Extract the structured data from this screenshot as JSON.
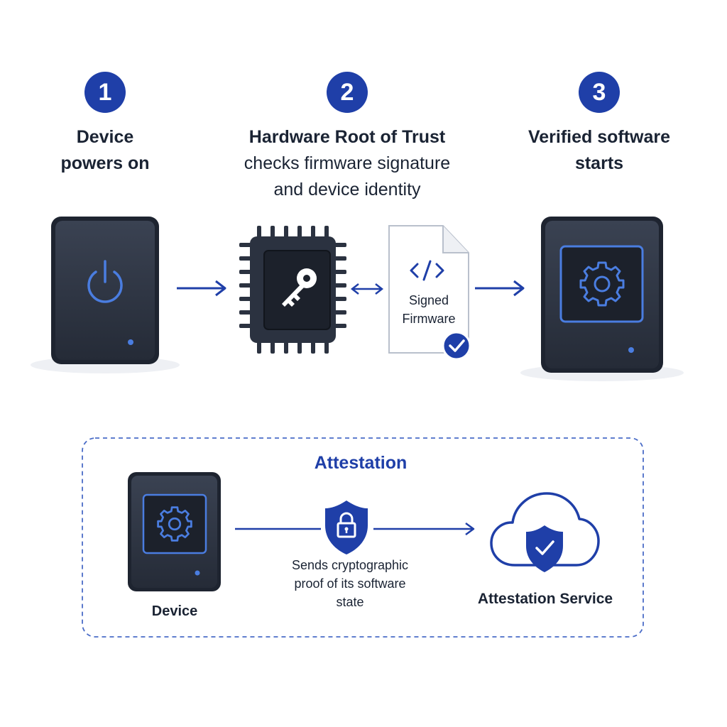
{
  "steps": [
    {
      "number": "1",
      "title_bold": "Device",
      "title_line2": "powers on"
    },
    {
      "number": "2",
      "title_bold": "Hardware Root of Trust",
      "title_line2": "checks firmware signature",
      "title_line3": "and device identity"
    },
    {
      "number": "3",
      "title_bold": "Verified software",
      "title_line2": "starts"
    }
  ],
  "firmware": {
    "line1": "Signed",
    "line2": "Firmware",
    "code_glyph": "</>"
  },
  "attestation": {
    "title": "Attestation",
    "device_label": "Device",
    "message_line1": "Sends cryptographic",
    "message_line2": "proof of its software",
    "message_line3": "state",
    "service_label": "Attestation Service"
  },
  "icons": [
    "power-icon",
    "chip-icon",
    "key-icon",
    "document-icon",
    "check-badge-icon",
    "gear-icon",
    "lock-shield-icon",
    "cloud-icon",
    "shield-check-icon",
    "arrow-icon"
  ],
  "colors": {
    "accent": "#1f3fa8",
    "icon_blue": "#4a7de0",
    "device_dark": "#2b3240",
    "dashed_border": "#4a6cc7"
  }
}
